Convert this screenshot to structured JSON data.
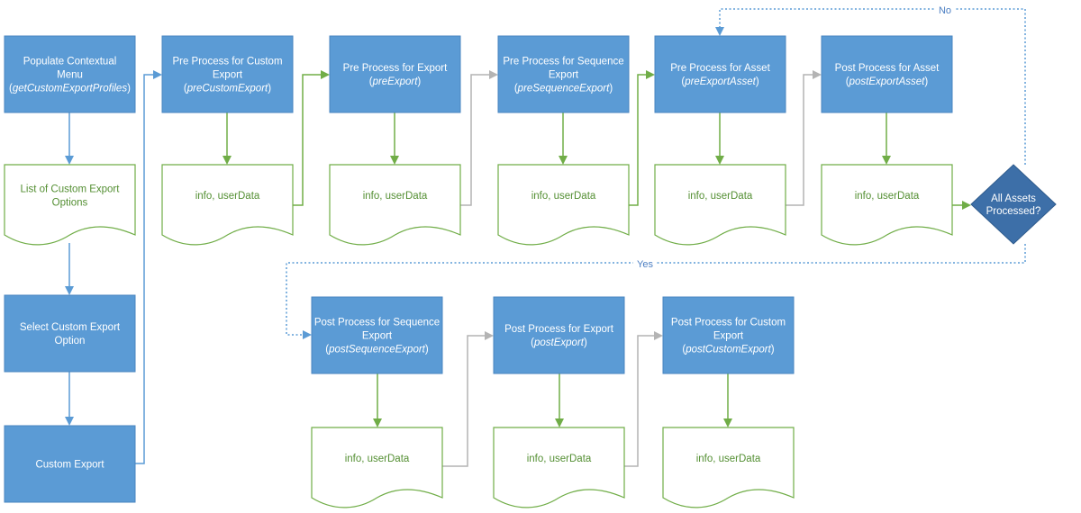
{
  "processes": [
    {
      "id": "p-populate",
      "lines": [
        "Populate Contextual",
        "Menu"
      ],
      "fn": "getCustomExportProfiles"
    },
    {
      "id": "p-select",
      "lines": [
        "Select Custom Export",
        "Option"
      ],
      "fn": ""
    },
    {
      "id": "p-custom-export",
      "lines": [
        "Custom Export"
      ],
      "fn": ""
    },
    {
      "id": "p-pre-custom",
      "lines": [
        "Pre Process for Custom",
        "Export"
      ],
      "fn": "preCustomExport"
    },
    {
      "id": "p-pre-export",
      "lines": [
        "Pre Process for Export"
      ],
      "fn": "preExport"
    },
    {
      "id": "p-pre-seq",
      "lines": [
        "Pre Process for Sequence",
        "Export"
      ],
      "fn": "preSequenceExport"
    },
    {
      "id": "p-pre-asset",
      "lines": [
        "Pre Process for Asset"
      ],
      "fn": "preExportAsset"
    },
    {
      "id": "p-post-asset",
      "lines": [
        "Post Process for Asset"
      ],
      "fn": "postExportAsset"
    },
    {
      "id": "p-post-seq",
      "lines": [
        "Post Process for Sequence",
        "Export"
      ],
      "fn": "postSequenceExport"
    },
    {
      "id": "p-post-export",
      "lines": [
        "Post Process for Export"
      ],
      "fn": "postExport"
    },
    {
      "id": "p-post-custom",
      "lines": [
        "Post Process for Custom",
        "Export"
      ],
      "fn": "postCustomExport"
    }
  ],
  "documents": [
    {
      "id": "d-list",
      "lines": [
        "List of Custom Export",
        "Options"
      ]
    },
    {
      "id": "d-pre-custom",
      "lines": [
        "info, userData"
      ]
    },
    {
      "id": "d-pre-export",
      "lines": [
        "info, userData"
      ]
    },
    {
      "id": "d-pre-seq",
      "lines": [
        "info, userData"
      ]
    },
    {
      "id": "d-pre-asset",
      "lines": [
        "info, userData"
      ]
    },
    {
      "id": "d-post-asset",
      "lines": [
        "info, userData"
      ]
    },
    {
      "id": "d-post-seq",
      "lines": [
        "info, userData"
      ]
    },
    {
      "id": "d-post-export",
      "lines": [
        "info, userData"
      ]
    },
    {
      "id": "d-post-custom",
      "lines": [
        "info, userData"
      ]
    }
  ],
  "decision": {
    "id": "dec-assets",
    "lines": [
      "All Assets",
      "Processed?"
    ]
  },
  "edge_labels": {
    "no": "No",
    "yes": "Yes"
  },
  "colors": {
    "process_fill": "#5b9bd5",
    "process_stroke": "#4a86c0",
    "doc_stroke": "#70ad47",
    "doc_text": "#548f33",
    "arrow_blue": "#5b9bd5",
    "arrow_green": "#70ad47",
    "arrow_gray": "#b4b4b4",
    "decision_fill": "#3d6fa8",
    "dotted": "#5b9bd5"
  }
}
